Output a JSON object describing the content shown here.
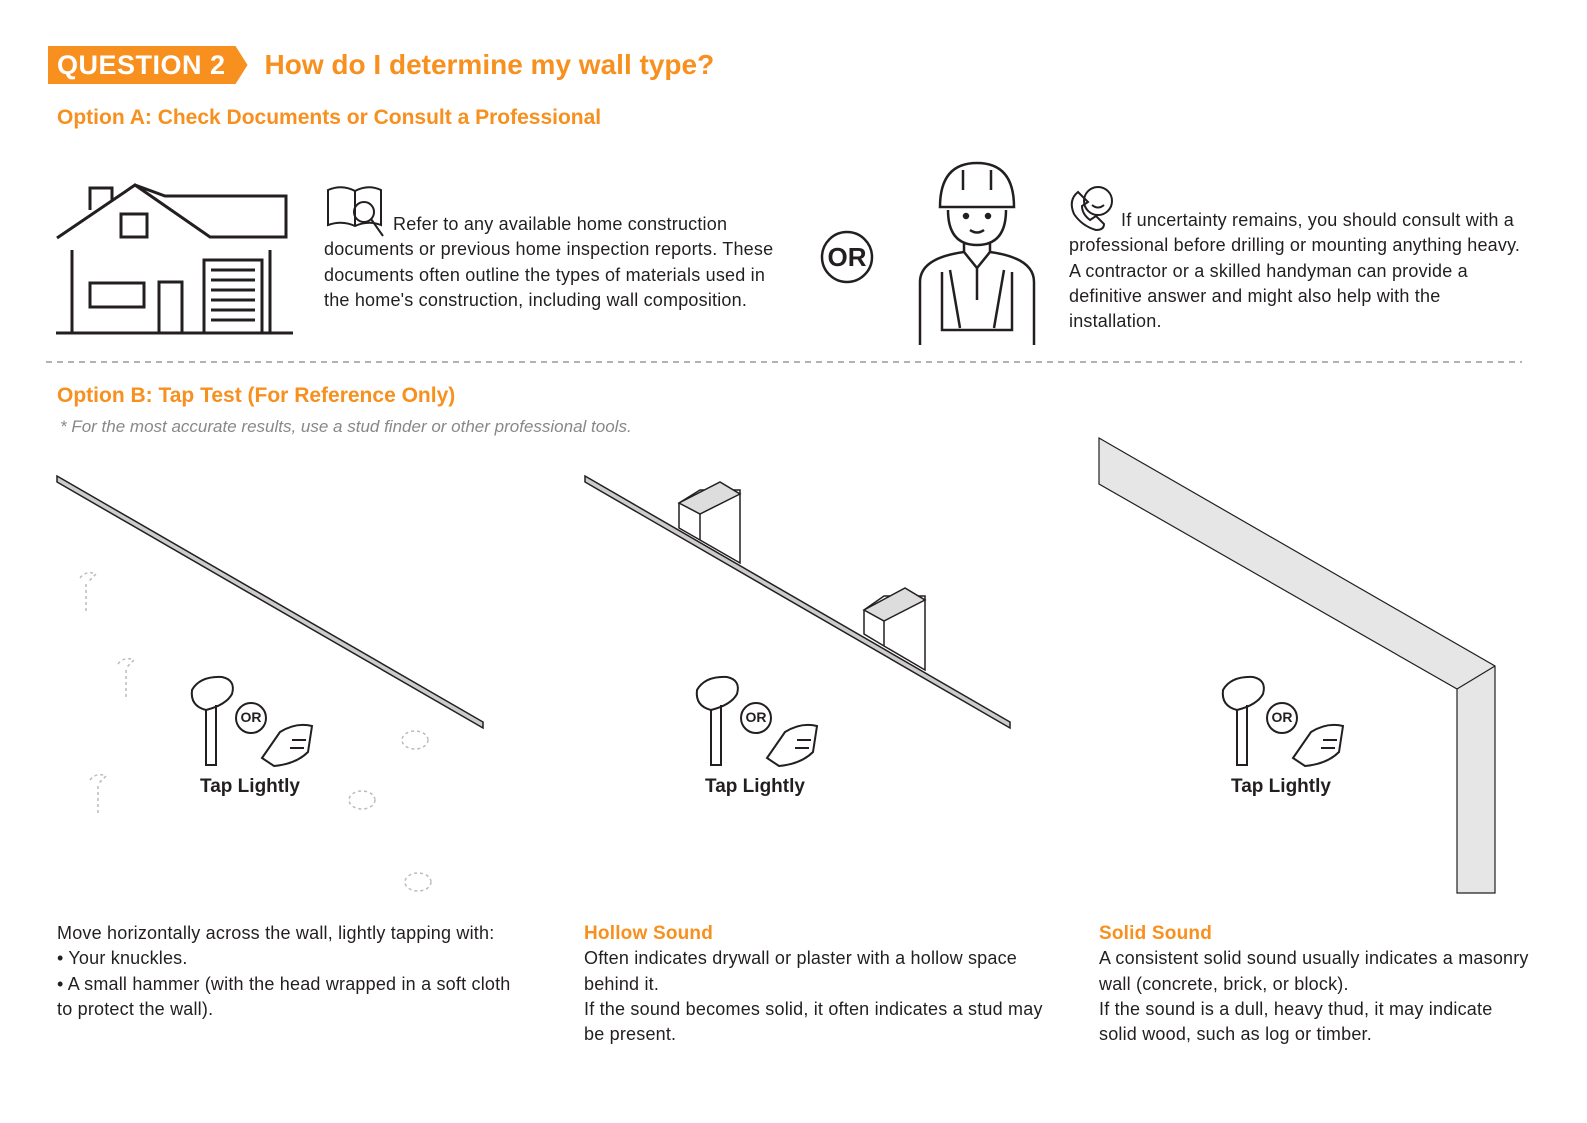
{
  "header": {
    "badge": "QUESTION 2",
    "title": "How do I determine my wall type?"
  },
  "option_a": {
    "title": "Option A: Check Documents or Consult a Professional",
    "documents_text": "Refer to any available home construction documents or previous home inspection reports. These documents often outline the types of materials used in the home's construction, including wall composition.",
    "or_label": "OR",
    "professional_text": "If uncertainty remains, you should consult with a professional before drilling or mounting anything heavy. A contractor or a skilled handyman can provide a definitive answer and might also help with the installation."
  },
  "option_b": {
    "title": "Option B:  Tap Test (For Reference Only)",
    "note": "* For the most accurate results, use a stud finder or other professional tools.",
    "panels": [
      {
        "tap_label": "Tap Lightly",
        "or_label": "OR",
        "heading": "",
        "lines": [
          "Move horizontally across the wall, lightly tapping with:",
          "• Your knuckles.",
          "• A small hammer (with the head wrapped in a soft cloth to protect the wall)."
        ]
      },
      {
        "tap_label": "Tap Lightly",
        "or_label": "OR",
        "heading": "Hollow Sound",
        "lines": [
          "Often indicates drywall or plaster with a hollow space behind it.",
          "If the sound becomes solid, it often indicates a stud may be present."
        ]
      },
      {
        "tap_label": "Tap Lightly",
        "or_label": "OR",
        "heading": "Solid Sound",
        "lines": [
          "A consistent solid sound usually indicates a masonry wall (concrete, brick, or block).",
          "If the sound is a dull, heavy thud, it may indicate solid wood, such as log or timber."
        ]
      }
    ]
  },
  "colors": {
    "accent": "#f7901e",
    "text": "#231f20",
    "note": "#888888"
  }
}
